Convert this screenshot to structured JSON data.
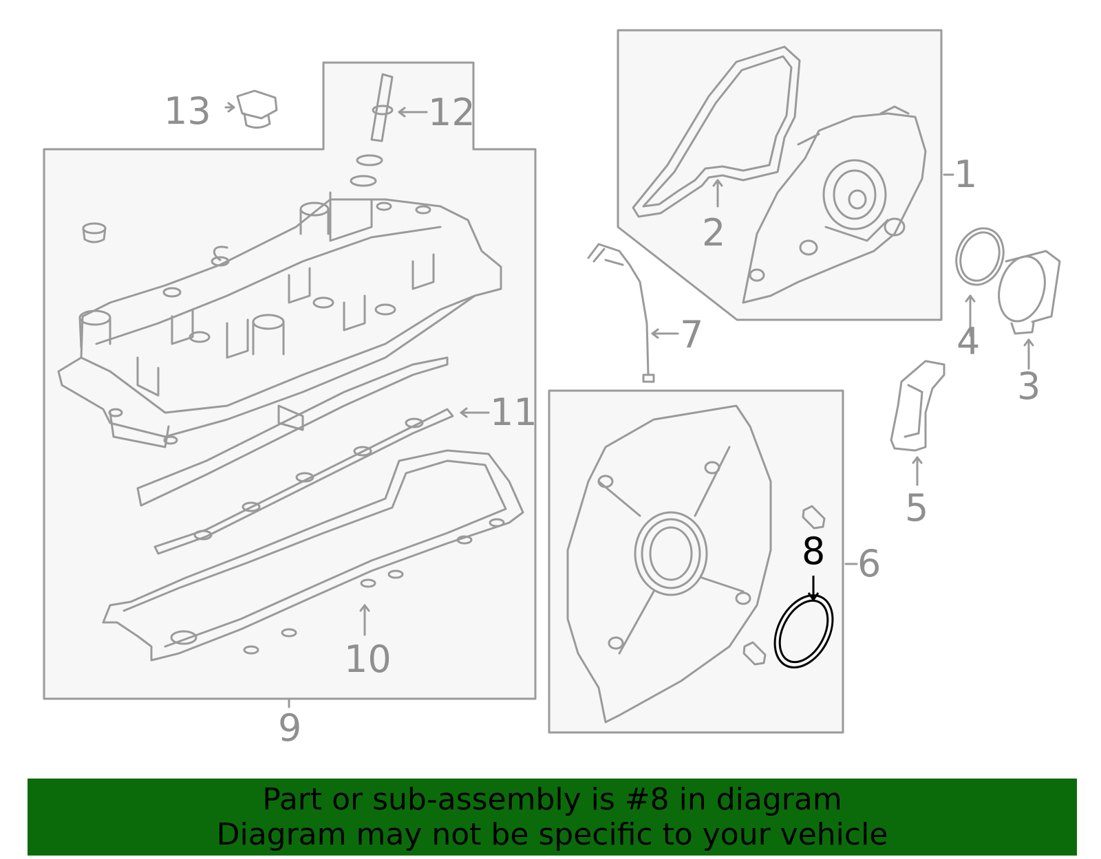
{
  "callouts": {
    "c1": "1",
    "c2": "2",
    "c3": "3",
    "c4": "4",
    "c5": "5",
    "c6": "6",
    "c7": "7",
    "c8": "8",
    "c9": "9",
    "c10": "10",
    "c11": "11",
    "c12": "12",
    "c13": "13"
  },
  "highlighted_part": "8",
  "banner": {
    "line1": "Part or sub-assembly is #8 in diagram",
    "line2": "Diagram may not be specific to your vehicle"
  },
  "colors": {
    "line": "#9a9a9a",
    "highlight": "#000000",
    "panel_fill": "#f7f7f7",
    "banner_bg": "#0b6b0b"
  }
}
